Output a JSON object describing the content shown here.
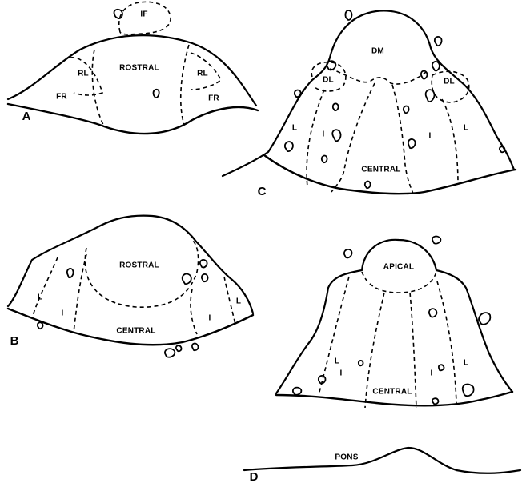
{
  "panels": {
    "a": {
      "letter": "A",
      "regions": {
        "if": "IF",
        "rostral": "ROSTRAL",
        "rl_left": "RL",
        "rl_right": "RL",
        "fr_left": "FR",
        "fr_right": "FR"
      }
    },
    "b": {
      "letter": "B",
      "regions": {
        "rostral": "ROSTRAL",
        "central": "CENTRAL",
        "l_left": "L",
        "l_right": "L",
        "i_left": "I",
        "i_right": "I"
      }
    },
    "c": {
      "letter": "C",
      "regions": {
        "dm": "DM",
        "dl_left": "DL",
        "dl_right": "DL",
        "l_left": "L",
        "l_right": "L",
        "i_left": "I",
        "i_right": "I",
        "central": "CENTRAL"
      }
    },
    "d": {
      "letter": "D",
      "regions": {
        "apical": "APICAL",
        "central": "CENTRAL",
        "l_left": "L",
        "l_right": "L",
        "i_left": "I",
        "i_right": "I",
        "pons": "PONS"
      }
    }
  }
}
